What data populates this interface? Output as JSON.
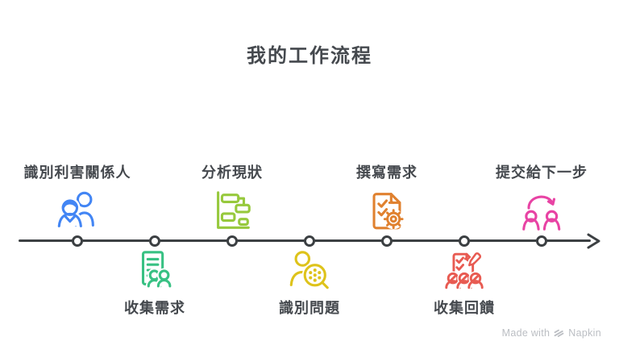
{
  "title": "我的工作流程",
  "timeline": {
    "line_color": "#3C4043",
    "dot_style": "white circle with dark ring",
    "direction": "left-to-right arrow"
  },
  "milestones": [
    {
      "label": "識別利害關係人",
      "side": "above",
      "icon": "stakeholders-icon",
      "color": "#4285F4"
    },
    {
      "label": "收集需求",
      "side": "below",
      "icon": "requirements-document-icon",
      "color": "#38C183"
    },
    {
      "label": "分析現狀",
      "side": "above",
      "icon": "gantt-chart-icon",
      "color": "#97C93D"
    },
    {
      "label": "識別問題",
      "side": "below",
      "icon": "person-magnifier-icon",
      "color": "#DEC31B"
    },
    {
      "label": "撰寫需求",
      "side": "above",
      "icon": "document-gear-icon",
      "color": "#E0812F"
    },
    {
      "label": "收集回饋",
      "side": "below",
      "icon": "feedback-document-icon",
      "color": "#E85B52"
    },
    {
      "label": "提交給下一步",
      "side": "above",
      "icon": "people-transfer-icon",
      "color": "#E843A4"
    }
  ],
  "watermark": {
    "prefix": "Made with",
    "brand": "Napkin",
    "logo_icon": "napkin-logo-icon",
    "color": "#BBBEC3"
  }
}
